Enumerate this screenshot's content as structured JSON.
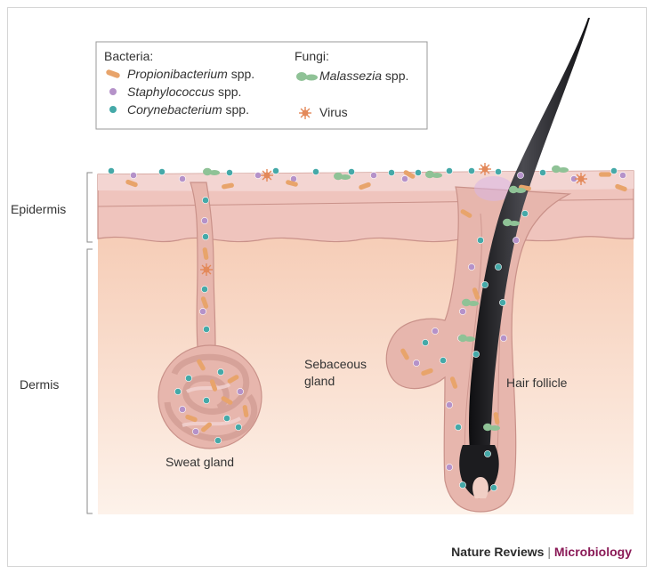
{
  "legend": {
    "bacteria_heading": "Bacteria:",
    "fungi_heading": "Fungi:",
    "items": [
      {
        "name": "Propionibacterium",
        "suffix": " spp.",
        "icon": "rod-icon",
        "color": "#e8a46b"
      },
      {
        "name": "Staphylococcus",
        "suffix": " spp.",
        "icon": "purple-coccus-icon",
        "color": "#b592c9"
      },
      {
        "name": "Corynebacterium",
        "suffix": " spp.",
        "icon": "teal-coccus-icon",
        "color": "#45a9a8"
      },
      {
        "name": "Malassezia",
        "suffix": " spp.",
        "icon": "yeast-icon",
        "color": "#8fc296"
      },
      {
        "name": "",
        "suffix": "Virus",
        "icon": "virus-icon",
        "color": "#e3895a"
      }
    ]
  },
  "layers": {
    "epidermis": "Epidermis",
    "dermis": "Dermis"
  },
  "structures": {
    "sweat_gland": "Sweat gland",
    "sebaceous_line1": "Sebaceous",
    "sebaceous_line2": "gland",
    "hair_follicle": "Hair follicle"
  },
  "credit": {
    "journal": "Nature Reviews",
    "separator": " | ",
    "section": "Microbiology"
  },
  "colors": {
    "surface": "#f0ccc8",
    "dermis_top": "#f6cdb7",
    "dermis_bottom": "#fdf0e8",
    "tissue": "#e7b6ad",
    "tissue_edge": "#c99189",
    "hair": "#1f1f22",
    "journal": "#2b2b2b",
    "section": "#8a1a57"
  }
}
